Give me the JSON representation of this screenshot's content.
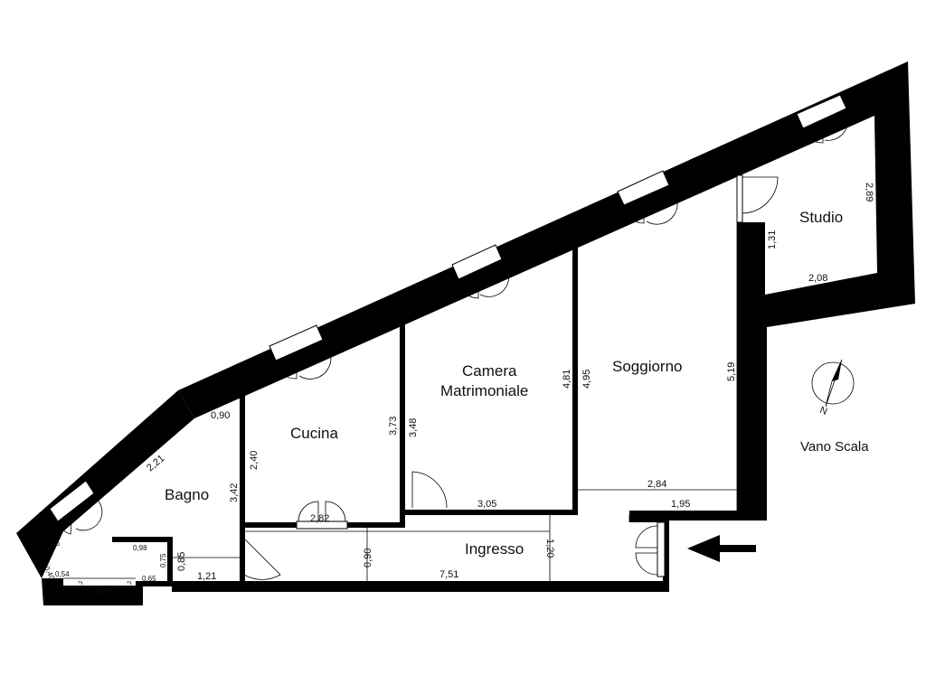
{
  "rooms": {
    "studio": "Studio",
    "soggiorno": "Soggiorno",
    "camera_line1": "Camera",
    "camera_line2": "Matrimoniale",
    "cucina": "Cucina",
    "bagno": "Bagno",
    "ingresso": "Ingresso",
    "vano_scala": "Vano Scala"
  },
  "dimensions": {
    "studio_right": "2,89",
    "studio_left": "1,31",
    "studio_bottom": "2,08",
    "soggiorno_right": "5,19",
    "soggiorno_left_a": "4,81",
    "soggiorno_left_b": "4,95",
    "soggiorno_bottom": "2,84",
    "ingresso_right_bottom": "1,95",
    "camera_left": "3,48",
    "camera_bottom": "3,05",
    "cucina_right": "3,73",
    "cucina_left": "2,40",
    "cucina_bottom": "2,82",
    "bagno_right": "3,42",
    "bagno_top": "0,90",
    "bagno_diag": "2,21",
    "bagno_bottom": "1,21",
    "bagno_inner": "0,85",
    "ingresso_height": "1,20",
    "ingresso_passage": "0,90",
    "ingresso_length": "7,51",
    "small_098": "0,98",
    "small_075": "0,75",
    "small_070": "0,70",
    "small_040": "0,40",
    "small_054": "0,54",
    "small_065": "0,65",
    "small_099": "0,99",
    "small_a": "0,2",
    "small_b": "0,2"
  },
  "compass": {
    "north": "N"
  },
  "entrance_arrow": "arrow-left-icon"
}
